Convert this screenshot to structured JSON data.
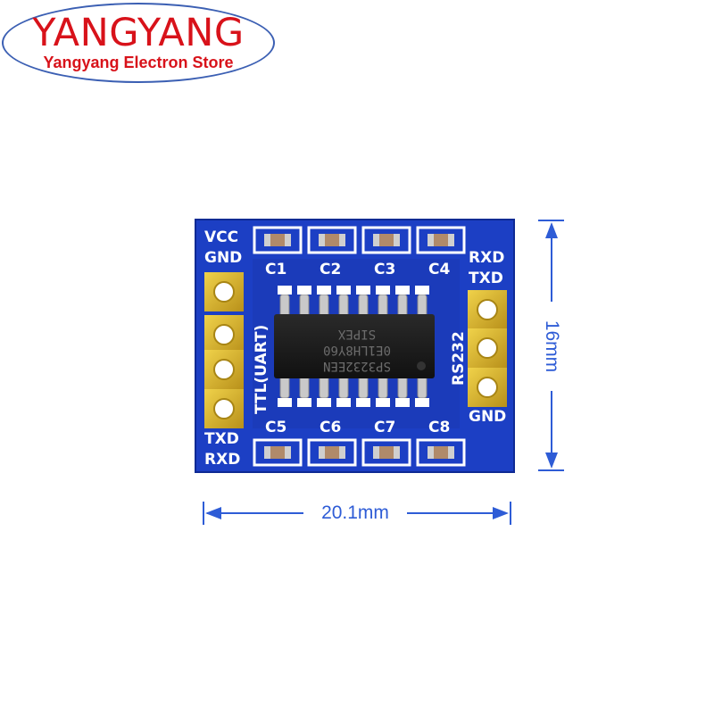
{
  "logo": {
    "title": "YANGYANG",
    "subtitle": "Yangyang Electron Store"
  },
  "colors": {
    "logo_red": "#d8121a",
    "logo_border": "#3b5fb3",
    "pcb_blue": "#1c3fc4",
    "pad_gold": "#d6b22c",
    "dimension_blue": "#2e5cd6"
  },
  "board": {
    "left_labels_top": [
      "VCC",
      "GND"
    ],
    "left_labels_bottom": [
      "TXD",
      "RXD"
    ],
    "right_labels_top": [
      "RXD",
      "TXD"
    ],
    "right_label_bottom": "GND",
    "ttl_label": "TTL(UART)",
    "rs232_label": "RS232",
    "capacitors_top": [
      "C1",
      "C2",
      "C3",
      "C4"
    ],
    "capacitors_bottom": [
      "C5",
      "C6",
      "C7",
      "C8"
    ],
    "chip_marking": [
      "SP3232EEN",
      "0E1LH8Y60",
      "SIPEX"
    ]
  },
  "dimensions": {
    "width": "20.1mm",
    "height": "16mm"
  }
}
